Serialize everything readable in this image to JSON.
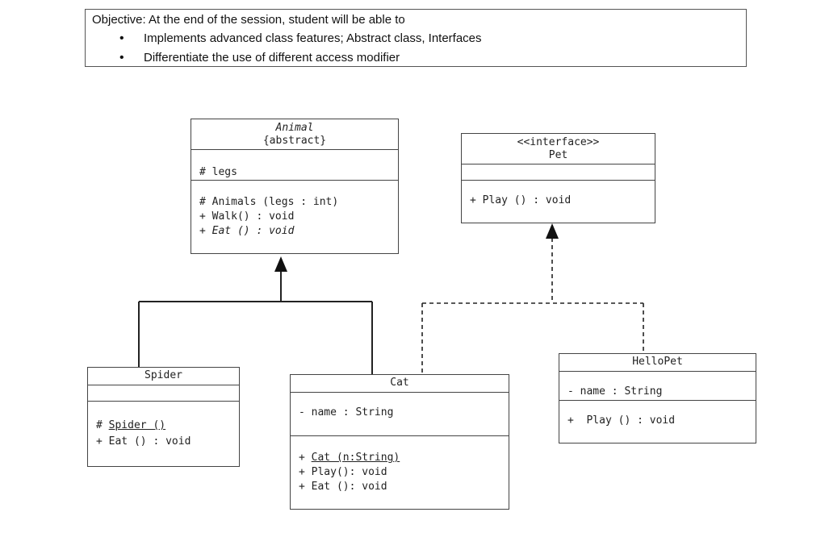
{
  "objective": {
    "title": "Objective: At the end of the session, student will be able to",
    "items": [
      "Implements advanced class features; Abstract class, Interfaces",
      "Differentiate the use of different access modifier"
    ]
  },
  "classes": {
    "animal": {
      "name": "Animal",
      "stereotype": "{abstract}",
      "attributes": [
        "# legs"
      ],
      "methods": [
        "# Animals (legs : int)",
        "+ Walk() : void",
        "+ Eat () : void"
      ]
    },
    "pet": {
      "stereotype": "<<interface>>",
      "name": "Pet",
      "methods": [
        "+ Play () : void"
      ]
    },
    "spider": {
      "name": "Spider",
      "methods_prefix": [
        "# ",
        "+ Eat () : void"
      ],
      "constructor": "Spider ()"
    },
    "cat": {
      "name": "Cat",
      "attributes": [
        "- name : String"
      ],
      "constructor_prefix": "+ ",
      "constructor": "Cat (n:String)",
      "methods": [
        "+ Play(): void",
        "+ Eat (): void"
      ]
    },
    "hellopet": {
      "name": "HelloPet",
      "attributes": [
        "- name : String"
      ],
      "methods": [
        "+  Play () : void"
      ]
    }
  }
}
